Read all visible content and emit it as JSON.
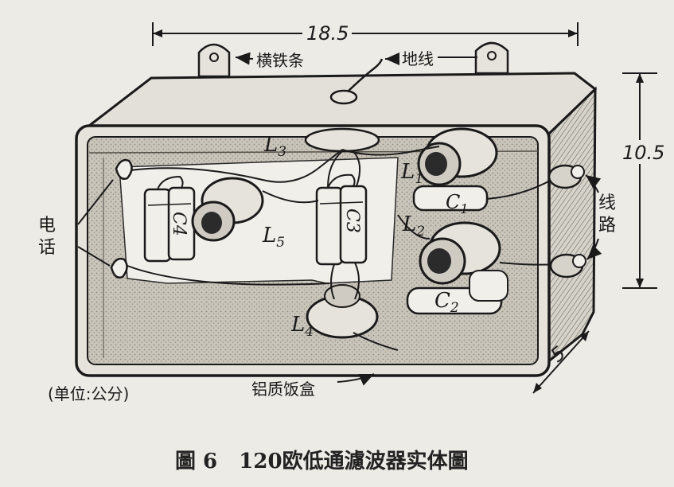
{
  "figure": {
    "caption": "圖 6   120欧低通濾波器实体圖",
    "unit_note": "(单位:公分)"
  },
  "dimensions": {
    "length": "18.5",
    "height": "10.5",
    "depth": "5"
  },
  "callouts": {
    "iron_strip": "横铁条",
    "ground_wire": "地线",
    "phone_1": "电",
    "phone_2": "话",
    "line_1": "线",
    "line_2": "路",
    "box": "铝质饭盒"
  },
  "components": {
    "L1": "L",
    "L1_sub": "1",
    "L2": "L",
    "L2_sub": "2",
    "L3": "L",
    "L3_sub": "3",
    "L4": "L",
    "L4_sub": "4",
    "L5": "L",
    "L5_sub": "5",
    "C1": "C",
    "C1_sub": "1",
    "C2": "C",
    "C2_sub": "2",
    "C3": "C3",
    "C4": "C4"
  },
  "colors": {
    "paper": "#ecebe6",
    "ink": "#1a1a1a",
    "metal_fill": "#d9d6ce",
    "interior": "#bdb9b0"
  }
}
